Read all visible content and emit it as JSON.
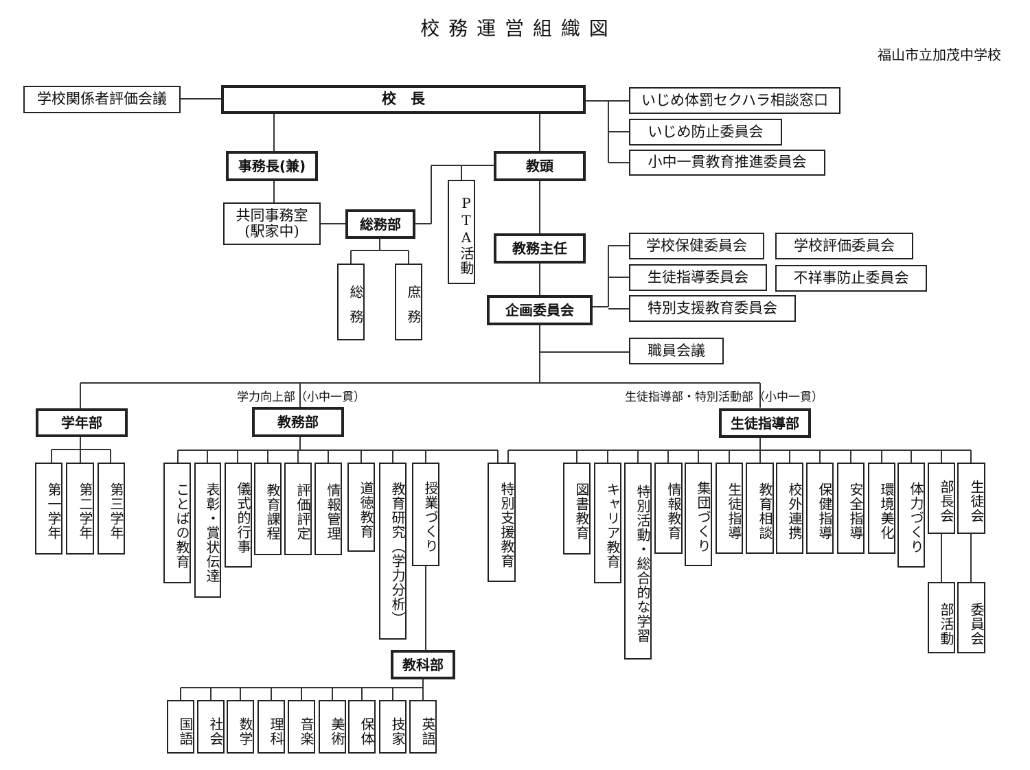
{
  "title": "校 務 運 営 組 織 図",
  "school": "福山市立加茂中学校",
  "label_left": "学力向上部（小中一貫）",
  "label_right": "生徒指導部・特別活動部（小中一貫）",
  "boxes": {
    "principal": "校　長",
    "eval_council": "学校関係者評価会議",
    "bullying_consult": "いじめ体罰セクハラ相談窓口",
    "bullying_prevention": "いじめ防止委員会",
    "elem_middle": "小中一貫教育推進委員会",
    "office_chief": "事務長(兼)",
    "vice_principal": "教頭",
    "joint_office_1": "共同事務室",
    "joint_office_2": "(駅家中)",
    "general_affairs": "総務部",
    "pta": "PTA活動",
    "soumu": "総務",
    "shomu": "庶務",
    "academic_chief": "教務主任",
    "school_health": "学校保健委員会",
    "school_eval": "学校評価委員会",
    "student_guidance_comm": "生徒指導委員会",
    "misconduct_prevention": "不祥事防止委員会",
    "special_support_comm": "特別支援教育委員会",
    "planning": "企画委員会",
    "staff_meeting": "職員会議",
    "grade_dept": "学年部",
    "academic_dept": "教務部",
    "student_dept": "生徒指導部",
    "subject_dept": "教科部"
  },
  "grades": [
    "第一学年",
    "第二学年",
    "第三学年"
  ],
  "academic_items": [
    "ことばの教育",
    "表彰・賞状伝達",
    "儀式的行事",
    "教育課程",
    "評価評定",
    "情報管理",
    "道徳教育",
    "教育研究（学力分析）",
    "授業づくり"
  ],
  "special_support": "特別支援教育",
  "student_items": [
    "図書教育",
    "キャリア教育",
    "特別活動・総合的な学習",
    "情報教育",
    "集団づくり",
    "生徒指導",
    "教育相談",
    "校外連携",
    "保健指導",
    "安全指導",
    "環境美化",
    "体力づくり",
    "部長会",
    "生徒会"
  ],
  "sub_items": [
    "部活動",
    "委員会"
  ],
  "subjects": [
    "国語",
    "社会",
    "数学",
    "理科",
    "音楽",
    "美術",
    "保体",
    "技家",
    "英語"
  ]
}
